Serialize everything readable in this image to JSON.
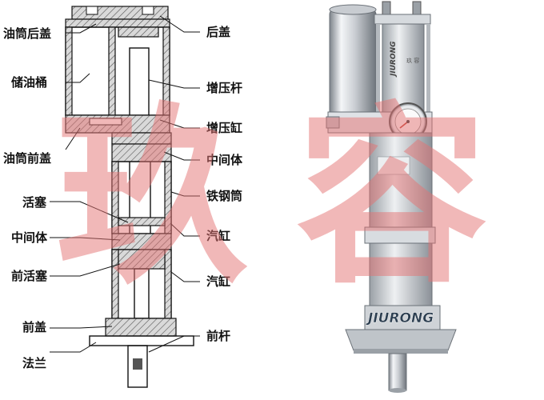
{
  "labels_left": [
    "油筒后盖",
    "储油桶",
    "油筒前盖",
    "活塞",
    "中间体",
    "前活塞",
    "前盖",
    "法兰"
  ],
  "labels_right": [
    "后盖",
    "增压杆",
    "增压缸",
    "中间体",
    "铁钢筒",
    "汽缸",
    "汽缸",
    "前杆"
  ],
  "watermark": {
    "chars": [
      "玖",
      "容"
    ],
    "color": "#e57373"
  },
  "product": {
    "brand": "JIURONG",
    "plate_brand": "JIURONG",
    "nameplate_text": "玖 容"
  },
  "colors": {
    "hatch": "#555555",
    "metal_light": "#e8ebee",
    "metal_dark": "#8e949b"
  }
}
